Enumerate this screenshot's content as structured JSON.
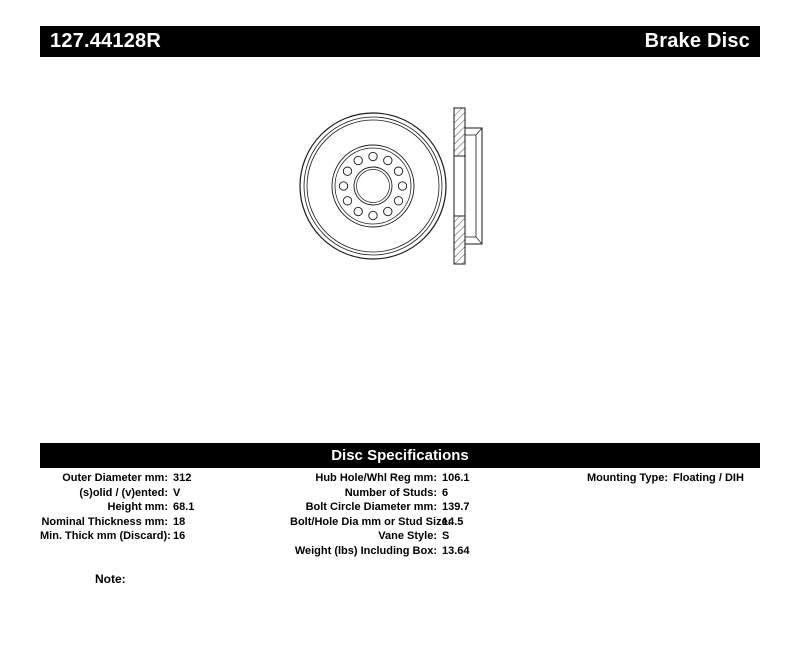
{
  "header": {
    "part_number": "127.44128R",
    "product_name": "Brake Disc"
  },
  "drawing": {
    "name": "brake-disc-technical-drawing",
    "line_color": "#1a1a1a"
  },
  "spec_section": {
    "title": "Disc Specifications"
  },
  "specs": {
    "left": [
      {
        "label": "Outer Diameter mm:",
        "value": "312"
      },
      {
        "label": "(s)olid / (v)ented:",
        "value": "V"
      },
      {
        "label": "Height mm:",
        "value": "68.1"
      },
      {
        "label": "Nominal Thickness mm:",
        "value": "18"
      },
      {
        "label": "Min. Thick mm (Discard):",
        "value": "16"
      }
    ],
    "middle": [
      {
        "label": "Hub Hole/Whl Reg mm:",
        "value": "106.1"
      },
      {
        "label": "Number of Studs:",
        "value": "6"
      },
      {
        "label": "Bolt Circle Diameter mm:",
        "value": "139.7"
      },
      {
        "label": "Bolt/Hole Dia mm or Stud Size:",
        "value": "14.5"
      },
      {
        "label": "Vane Style:",
        "value": "S"
      },
      {
        "label": "Weight (lbs) Including Box:",
        "value": "13.64"
      }
    ],
    "right": [
      {
        "label": "Mounting Type:",
        "value": "Floating / DIH"
      }
    ]
  },
  "note": {
    "label": "Note:"
  }
}
